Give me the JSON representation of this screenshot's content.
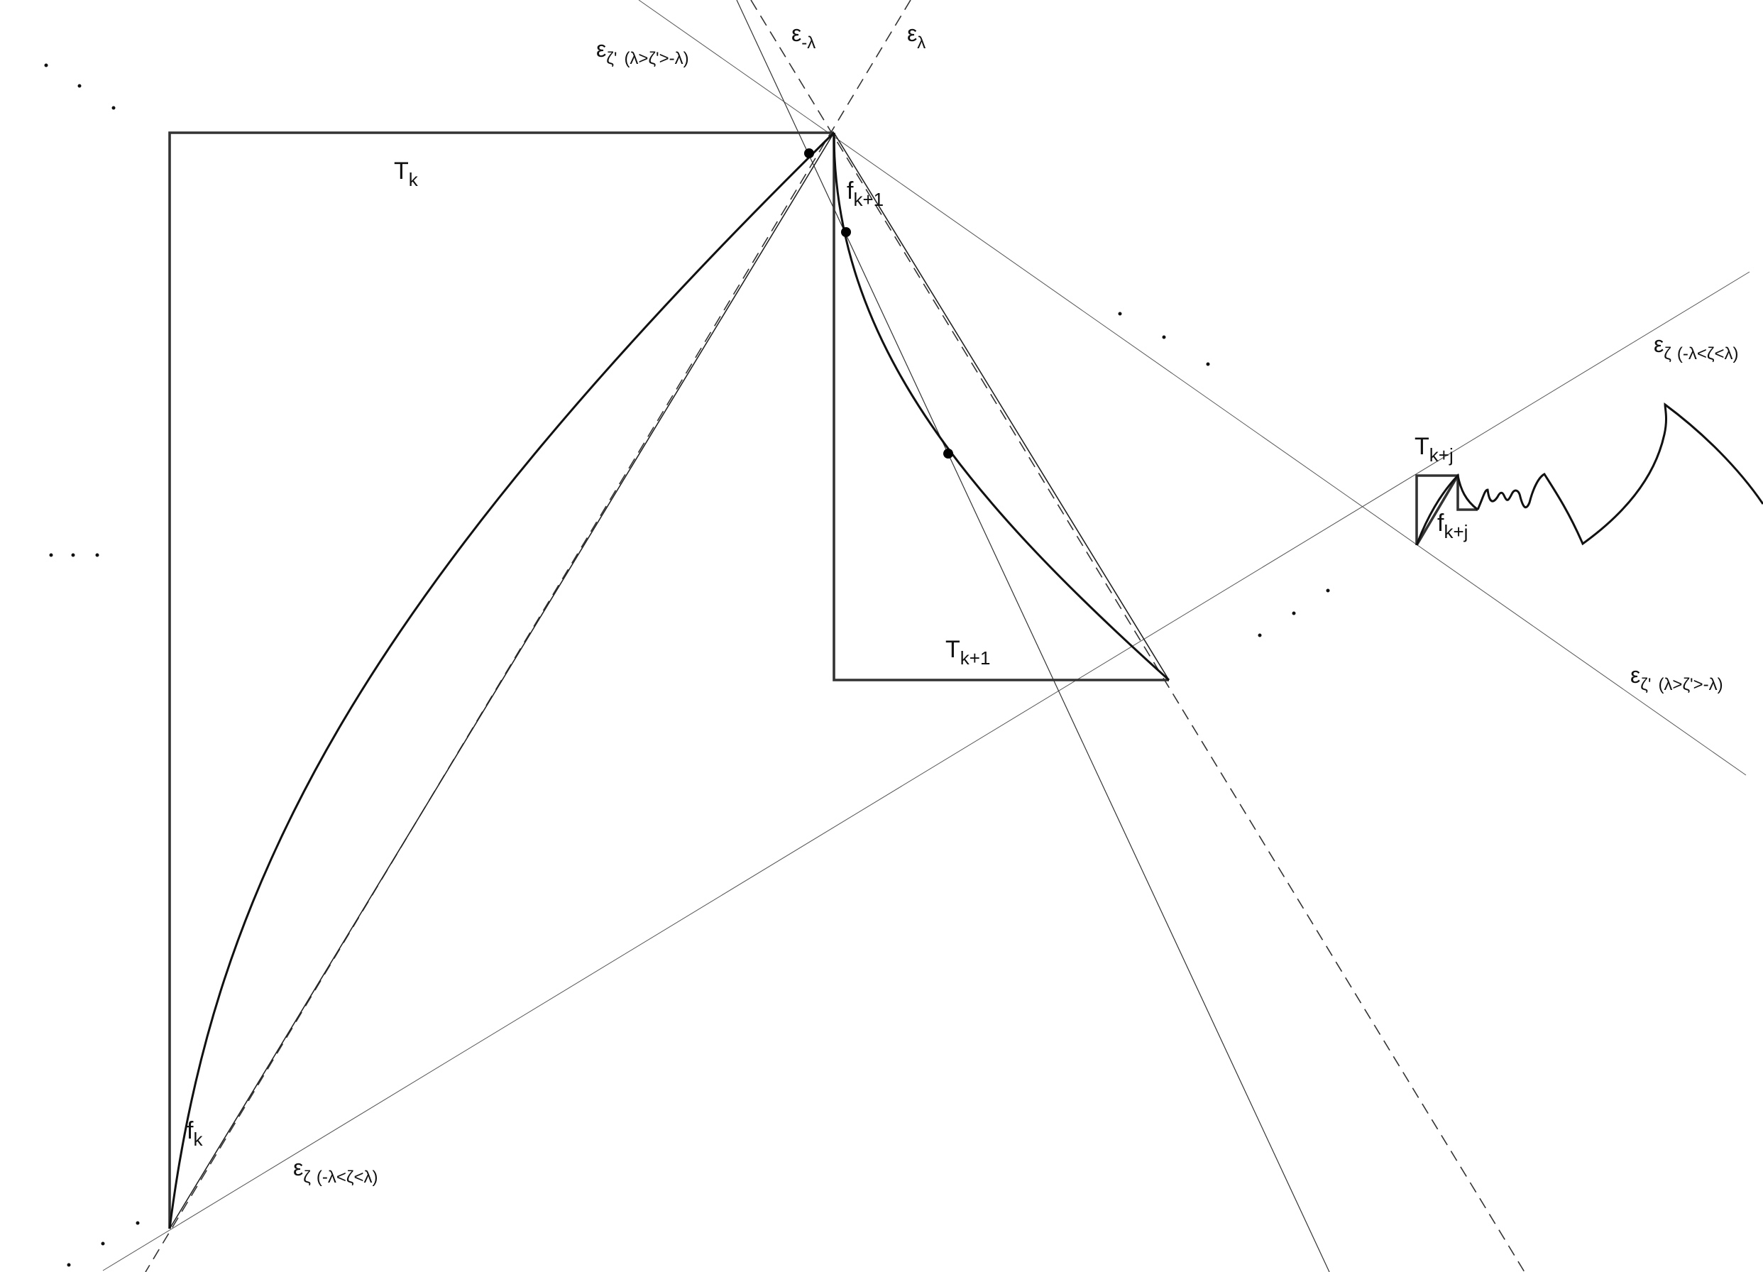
{
  "labels": {
    "T_k": {
      "base": "T",
      "sub": "k"
    },
    "T_k1": {
      "base": "T",
      "sub": "k+1"
    },
    "T_kj": {
      "base": "T",
      "sub": "k+j"
    },
    "f_k": {
      "base": "f",
      "sub": "k"
    },
    "f_k1": {
      "base": "f",
      "sub": "k+1"
    },
    "f_kj": {
      "base": "f",
      "sub": "k+j"
    },
    "eps_minus_lambda": {
      "base": "ε",
      "sub": "-λ"
    },
    "eps_lambda": {
      "base": "ε",
      "sub": "λ"
    },
    "eps_zeta_prime_top": {
      "base": "ε",
      "sub": "ζ'",
      "cond": "(λ>ζ'>-λ)"
    },
    "eps_zeta_prime_right": {
      "base": "ε",
      "sub": "ζ'",
      "cond": "(λ>ζ'>-λ)"
    },
    "eps_zeta_right": {
      "base": "ε",
      "sub": "ζ",
      "cond": "(-λ<ζ<λ)"
    },
    "eps_zeta_bottom": {
      "base": "ε",
      "sub": "ζ",
      "cond": "(-λ<ζ<λ)"
    }
  },
  "ellipsis": "· · ·"
}
